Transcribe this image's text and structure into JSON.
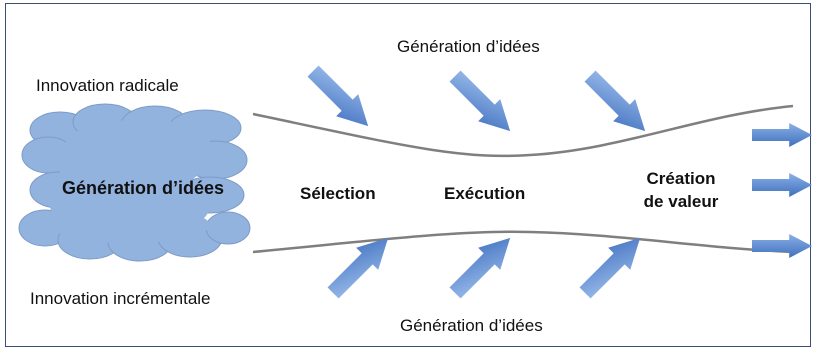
{
  "labels": {
    "innovation_radicale": "Innovation radicale",
    "innovation_incrementale": "Innovation incrémentale",
    "generation_top": "Génération d’idées",
    "generation_bottom": "Génération d’idées",
    "generation_cloud": "Génération d’idées",
    "selection": "Sélection",
    "execution": "Exécution",
    "creation_line1": "Création",
    "creation_line2": "de valeur"
  },
  "colors": {
    "cloud_fill": "#93b3df",
    "cloud_stroke": "#7d9bc6",
    "arrow_light": "#8ab0e6",
    "arrow_dark": "#3f6fbe",
    "funnel_line": "#7f7f7f",
    "frame": "#3b4f73"
  },
  "icons": {
    "ideas_cloud": "cloud-icon",
    "input_arrows": "arrow-diagonal-icon",
    "output_arrows": "arrow-right-icon"
  }
}
